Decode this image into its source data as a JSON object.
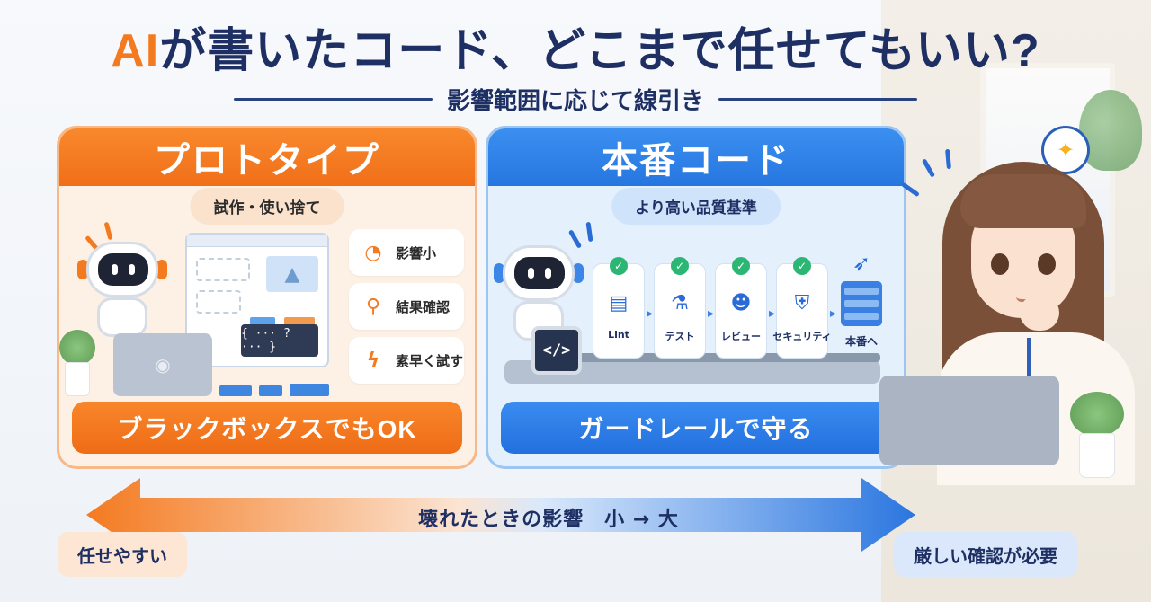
{
  "title": {
    "ai": "AI",
    "rest": "が書いたコード、どこまで任せてもいい?"
  },
  "subtitle": "影響範囲に応じて線引き",
  "left_panel": {
    "heading": "プロトタイプ",
    "pill": "試作・使い捨て",
    "features": [
      {
        "icon": "gauge-icon",
        "label": "影響小"
      },
      {
        "icon": "magnifier-icon",
        "label": "結果確認"
      },
      {
        "icon": "lightning-icon",
        "label": "素早く試す"
      }
    ],
    "code_snippet": "{ ··· ? ··· }",
    "footer": "ブラックボックスでもOK",
    "color": "#f47a20"
  },
  "right_panel": {
    "heading": "本番コード",
    "pill": "より高い品質基準",
    "tablet_code": "</>",
    "steps": [
      {
        "icon": "document-icon",
        "label": "Lint"
      },
      {
        "icon": "flask-icon",
        "label": "テスト"
      },
      {
        "icon": "people-icon",
        "label": "レビュー"
      },
      {
        "icon": "shield-icon",
        "label": "セキュリティ"
      }
    ],
    "final_step": {
      "icon": "rocket-server-icon",
      "label": "本番へ"
    },
    "footer": "ガードレールで守る",
    "color": "#2a76e0"
  },
  "bottom": {
    "arrow_label": "壊れたときの影響　小 → 大",
    "left_tag": "任せやすい",
    "right_tag": "厳しい確認が必要"
  }
}
